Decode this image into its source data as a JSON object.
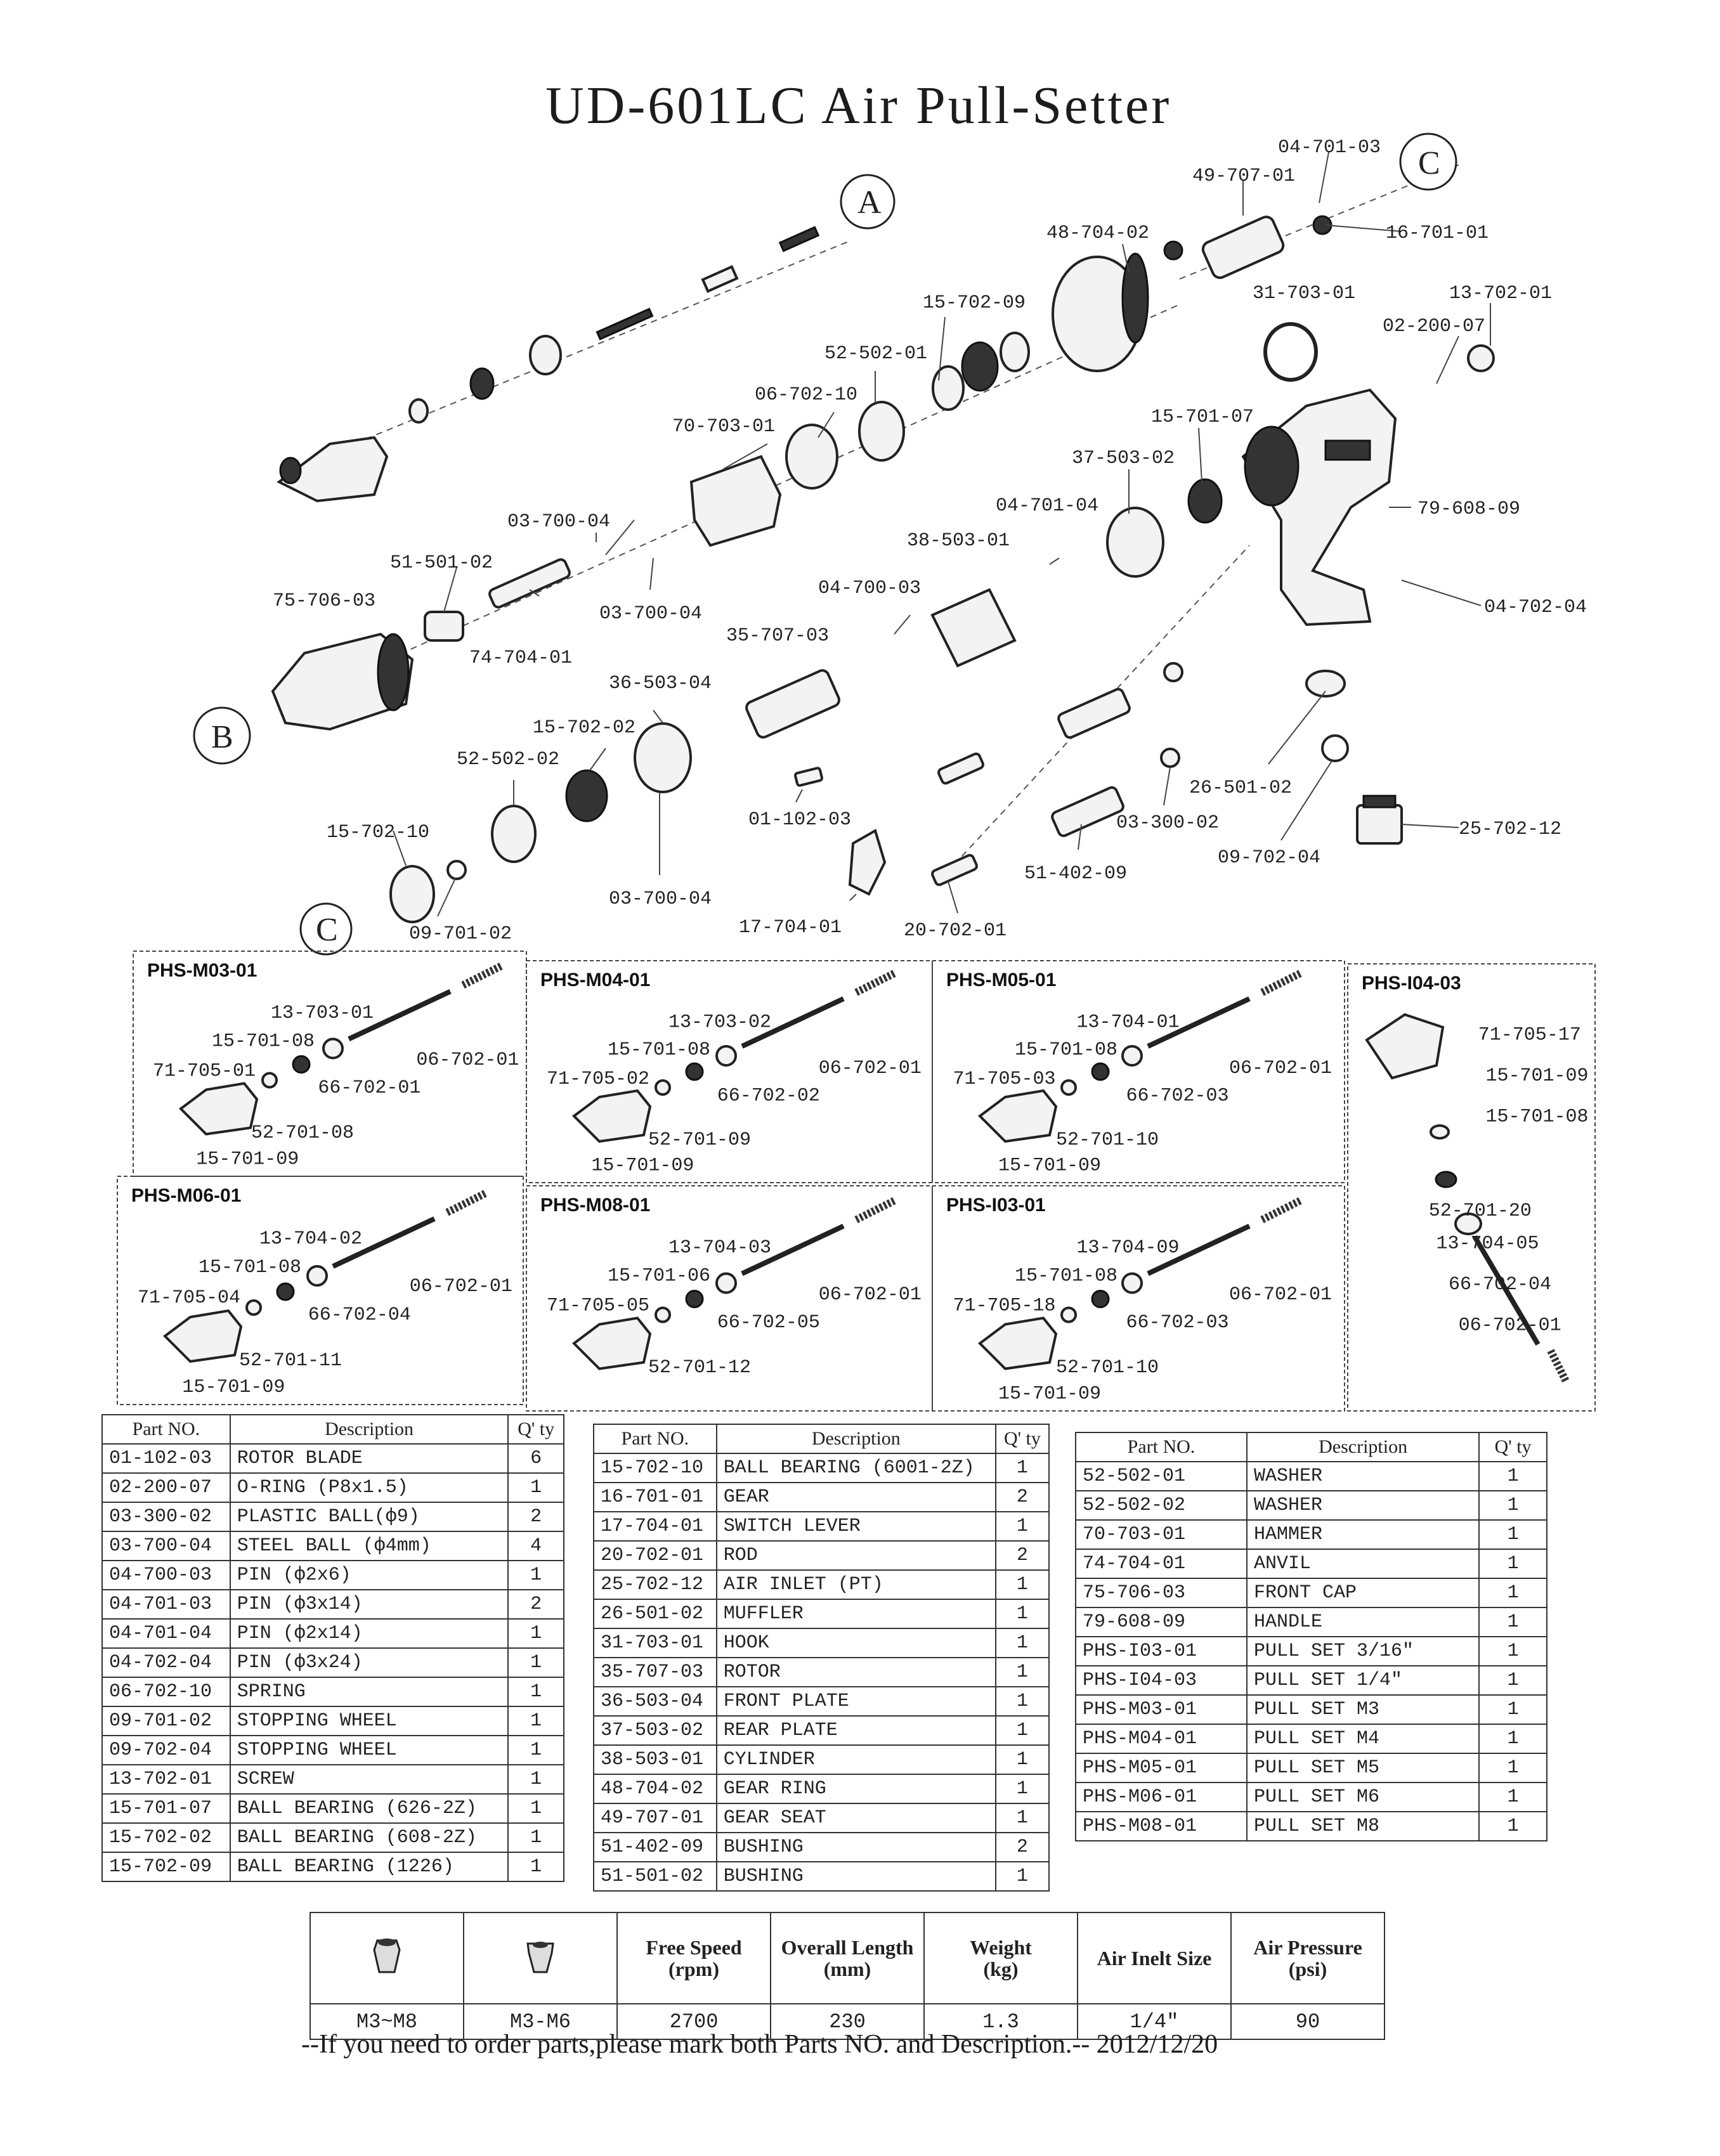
{
  "title": "UD-601LC Air Pull-Setter",
  "callouts": {
    "a": "A",
    "b": "B",
    "c": "C"
  },
  "labels": {
    "p04_701_03": "04-701-03",
    "p49_707_01": "49-707-01",
    "p16_701_01": "16-701-01",
    "p48_704_02": "48-704-02",
    "p31_703_01": "31-703-01",
    "p13_702_01": "13-702-01",
    "p02_200_07": "02-200-07",
    "p15_702_09": "15-702-09",
    "p52_502_01": "52-502-01",
    "p06_702_10": "06-702-10",
    "p70_703_01": "70-703-01",
    "p15_701_07": "15-701-07",
    "p37_503_02": "37-503-02",
    "p79_608_09": "79-608-09",
    "p04_701_04": "04-701-04",
    "p03_700_04a": "03-700-04",
    "p51_501_02": "51-501-02",
    "p75_706_03": "75-706-03",
    "p03_700_04b": "03-700-04",
    "p38_503_01": "38-503-01",
    "p04_700_03": "04-700-03",
    "p04_702_04": "04-702-04",
    "p74_704_01": "74-704-01",
    "p35_707_03": "35-707-03",
    "p36_503_04": "36-503-04",
    "p15_702_02": "15-702-02",
    "p52_502_02": "52-502-02",
    "p26_501_02": "26-501-02",
    "p01_102_03": "01-102-03",
    "p03_300_02": "03-300-02",
    "p25_702_12": "25-702-12",
    "p15_702_10": "15-702-10",
    "p09_702_04": "09-702-04",
    "p51_402_09": "51-402-09",
    "p03_700_04c": "03-700-04",
    "p09_701_02": "09-701-02",
    "p17_704_01": "17-704-01",
    "p20_702_01": "20-702-01"
  },
  "pull_sets": [
    {
      "name": "PHS-M03-01",
      "labels": [
        "13-703-01",
        "15-701-08",
        "06-702-01",
        "71-705-01",
        "66-702-01",
        "52-701-08",
        "15-701-09"
      ]
    },
    {
      "name": "PHS-M04-01",
      "labels": [
        "13-703-02",
        "15-701-08",
        "06-702-01",
        "71-705-02",
        "66-702-02",
        "52-701-09",
        "15-701-09"
      ]
    },
    {
      "name": "PHS-M05-01",
      "labels": [
        "13-704-01",
        "15-701-08",
        "06-702-01",
        "71-705-03",
        "66-702-03",
        "52-701-10",
        "15-701-09"
      ]
    },
    {
      "name": "PHS-I04-03",
      "labels": [
        "71-705-17",
        "15-701-09",
        "15-701-08",
        "52-701-20",
        "13-704-05",
        "66-702-04",
        "06-702-01"
      ]
    },
    {
      "name": "PHS-M06-01",
      "labels": [
        "13-704-02",
        "15-701-08",
        "06-702-01",
        "71-705-04",
        "66-702-04",
        "52-701-11",
        "15-701-09"
      ]
    },
    {
      "name": "PHS-M08-01",
      "labels": [
        "13-704-03",
        "15-701-06",
        "06-702-01",
        "71-705-05",
        "66-702-05",
        "52-701-12"
      ]
    },
    {
      "name": "PHS-I03-01",
      "labels": [
        "13-704-09",
        "15-701-08",
        "06-702-01",
        "71-705-18",
        "66-702-03",
        "52-701-10",
        "15-701-09"
      ]
    }
  ],
  "parts_tables": {
    "headers": {
      "part": "Part NO.",
      "desc": "Description",
      "qty": "Q' ty"
    },
    "headers2": {
      "part": "Part NO.",
      "desc": "Description",
      "qty": "Q' ty"
    },
    "headers3": {
      "part": "Part NO.",
      "desc": "Description",
      "qty": "Q' ty"
    },
    "t1": [
      {
        "part": "01-102-03",
        "desc": "ROTOR  BLADE",
        "qty": "6"
      },
      {
        "part": "02-200-07",
        "desc": "O-RING (P8x1.5)",
        "qty": "1"
      },
      {
        "part": "03-300-02",
        "desc": "PLASTIC  BALL(ф9)",
        "qty": "2"
      },
      {
        "part": "03-700-04",
        "desc": "STEEL  BALL (ф4mm)",
        "qty": "4"
      },
      {
        "part": "04-700-03",
        "desc": "PIN (ф2x6)",
        "qty": "1"
      },
      {
        "part": "04-701-03",
        "desc": "PIN (ф3x14)",
        "qty": "2"
      },
      {
        "part": "04-701-04",
        "desc": "PIN (ф2x14)",
        "qty": "1"
      },
      {
        "part": "04-702-04",
        "desc": "PIN (ф3x24)",
        "qty": "1"
      },
      {
        "part": "06-702-10",
        "desc": "SPRING",
        "qty": "1"
      },
      {
        "part": "09-701-02",
        "desc": "STOPPING  WHEEL",
        "qty": "1"
      },
      {
        "part": "09-702-04",
        "desc": "STOPPING  WHEEL",
        "qty": "1"
      },
      {
        "part": "13-702-01",
        "desc": "SCREW",
        "qty": "1"
      },
      {
        "part": "15-701-07",
        "desc": "BALL  BEARING (626-2Z)",
        "qty": "1"
      },
      {
        "part": "15-702-02",
        "desc": "BALL  BEARING (608-2Z)",
        "qty": "1"
      },
      {
        "part": "15-702-09",
        "desc": "BALL  BEARING (1226)",
        "qty": "1"
      }
    ],
    "t2": [
      {
        "part": "15-702-10",
        "desc": "BALL  BEARING (6001-2Z)",
        "qty": "1"
      },
      {
        "part": "16-701-01",
        "desc": "GEAR",
        "qty": "2"
      },
      {
        "part": "17-704-01",
        "desc": "SWITCH  LEVER",
        "qty": "1"
      },
      {
        "part": "20-702-01",
        "desc": "ROD",
        "qty": "2"
      },
      {
        "part": "25-702-12",
        "desc": "AIR  INLET (PT)",
        "qty": "1"
      },
      {
        "part": "26-501-02",
        "desc": "MUFFLER",
        "qty": "1"
      },
      {
        "part": "31-703-01",
        "desc": "HOOK",
        "qty": "1"
      },
      {
        "part": "35-707-03",
        "desc": "ROTOR",
        "qty": "1"
      },
      {
        "part": "36-503-04",
        "desc": "FRONT  PLATE",
        "qty": "1"
      },
      {
        "part": "37-503-02",
        "desc": "REAR  PLATE",
        "qty": "1"
      },
      {
        "part": "38-503-01",
        "desc": "CYLINDER",
        "qty": "1"
      },
      {
        "part": "48-704-02",
        "desc": "GEAR  RING",
        "qty": "1"
      },
      {
        "part": "49-707-01",
        "desc": "GEAR  SEAT",
        "qty": "1"
      },
      {
        "part": "51-402-09",
        "desc": "BUSHING",
        "qty": "2"
      },
      {
        "part": "51-501-02",
        "desc": "BUSHING",
        "qty": "1"
      }
    ],
    "t3": [
      {
        "part": "52-502-01",
        "desc": "WASHER",
        "qty": "1"
      },
      {
        "part": "52-502-02",
        "desc": "WASHER",
        "qty": "1"
      },
      {
        "part": "70-703-01",
        "desc": "HAMMER",
        "qty": "1"
      },
      {
        "part": "74-704-01",
        "desc": "ANVIL",
        "qty": "1"
      },
      {
        "part": "75-706-03",
        "desc": "FRONT  CAP",
        "qty": "1"
      },
      {
        "part": "79-608-09",
        "desc": "HANDLE",
        "qty": "1"
      },
      {
        "part": "PHS-I03-01",
        "desc": "PULL  SET 3/16\"",
        "qty": "1"
      },
      {
        "part": "PHS-I04-03",
        "desc": "PULL  SET 1/4\"",
        "qty": "1"
      },
      {
        "part": "PHS-M03-01",
        "desc": "PULL  SET M3",
        "qty": "1"
      },
      {
        "part": "PHS-M04-01",
        "desc": "PULL  SET M4",
        "qty": "1"
      },
      {
        "part": "PHS-M05-01",
        "desc": "PULL  SET M5",
        "qty": "1"
      },
      {
        "part": "PHS-M06-01",
        "desc": "PULL  SET M6",
        "qty": "1"
      },
      {
        "part": "PHS-M08-01",
        "desc": "PULL  SET M8",
        "qty": "1"
      }
    ]
  },
  "specs": {
    "range1": "M3~M8",
    "range2": "M3-M6",
    "free_speed_label": "Free Speed",
    "free_speed_unit": "(rpm)",
    "free_speed": "2700",
    "length_label": "Overall Length",
    "length_unit": "(mm)",
    "length": "230",
    "weight_label": "Weight",
    "weight_unit": "(kg)",
    "weight": "1.3",
    "inlet_label": "Air Inelt Size",
    "inlet": "1/4\"",
    "pressure_label": "Air Pressure",
    "pressure_unit": "(psi)",
    "pressure": "90"
  },
  "note": "--If you need to order parts,please mark both Parts NO. and Description.-- 2012/12/20"
}
